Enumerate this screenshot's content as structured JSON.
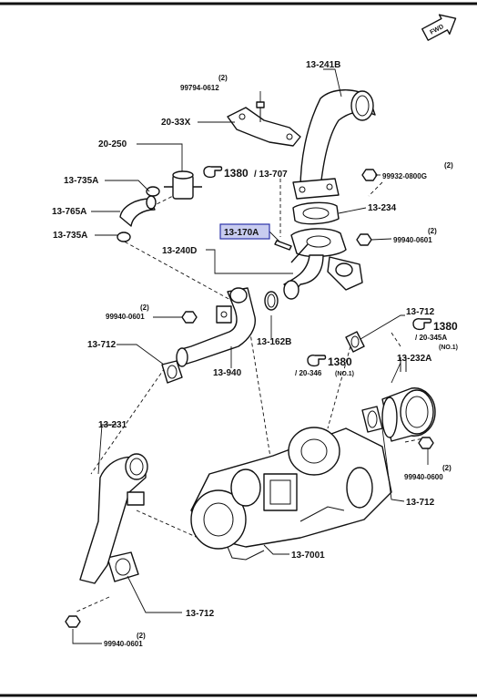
{
  "labels": {
    "p13_241B": "13-241B",
    "qty_99794": "(2)",
    "p99794_0612": "99794-0612",
    "p20_33X": "20-33X",
    "p20_250": "20-250",
    "p13_735A_top": "13-735A",
    "p13_765A": "13-765A",
    "p13_735A_mid": "13-735A",
    "ref1380_a": "1380",
    "ref13_707": "/ 13-707",
    "qty_99932": "(2)",
    "p99932_0800G": "99932-0800G",
    "p13_234": "13-234",
    "p13_170A": "13-170A",
    "qty_99940_r": "(2)",
    "p99940_0601_r": "99940-0601",
    "p13_240D": "13-240D",
    "qty_99940_l": "(2)",
    "p99940_0601_l": "99940-0601",
    "p13_162B": "13-162B",
    "p13_712_r": "13-712",
    "ref1380_b": "1380",
    "ref20_345A": "/ 20-345A",
    "no1_b": "(NO.1)",
    "p13_712_l": "13-712",
    "ref1380_c": "1380",
    "ref20_346": "/ 20-346",
    "no1_c": "(NO.1)",
    "p13_940": "13-940",
    "p13_232A": "13-232A",
    "p13_231": "13-231",
    "qty_99940_0600": "(2)",
    "p99940_0600": "99940-0600",
    "p13_712_br": "13-712",
    "p13_7001": "13-7001",
    "p13_712_b": "13-712",
    "qty_99940_b": "(2)",
    "p99940_0601_b": "99940-0601",
    "fwd": "FWD"
  },
  "colors": {
    "line": "#111111",
    "highlight_fill": "#c8ccf0",
    "highlight_stroke": "#2b33a8",
    "background": "#ffffff"
  },
  "icons": {
    "ref_pointer": "pointing-hand-icon",
    "forward": "fwd-arrow-icon"
  }
}
